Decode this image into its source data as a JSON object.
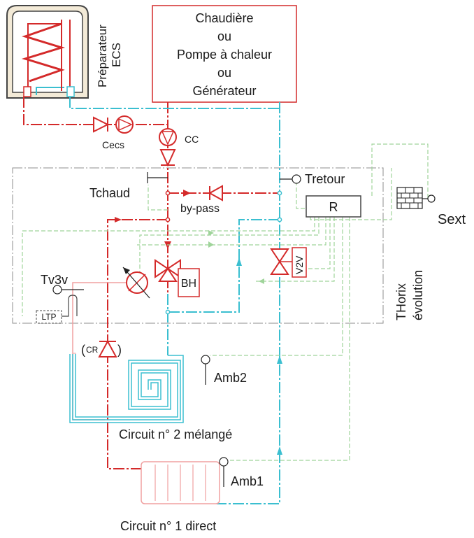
{
  "generator": {
    "line1": "Chaudière",
    "line2": "ou",
    "line3": "Pompe à chaleur",
    "line4": "ou",
    "line5": "Générateur"
  },
  "tank": {
    "line1": "Préparateur",
    "line2": "ECS"
  },
  "labels": {
    "cecs": "Cecs",
    "cc": "CC",
    "tretour": "Tretour",
    "tchaud": "Tchaud",
    "bypass": "by-pass",
    "regulator": "R",
    "sext": "Sext",
    "tv3v": "Tv3v",
    "ltp": "LTP",
    "bh": "BH",
    "v2v": "V2V",
    "thorix1": "THorix",
    "thorix2": "évolution",
    "cr": "CR",
    "amb2": "Amb2",
    "amb1": "Amb1",
    "circuit2": "Circuit n° 2 mélangé",
    "circuit1": "Circuit n° 1 direct"
  },
  "colors": {
    "hot": "#d42a2a",
    "cold": "#3bbfd0",
    "control": "#9fd49a",
    "frame": "#8c8c8c",
    "text": "#1a1a1a"
  }
}
